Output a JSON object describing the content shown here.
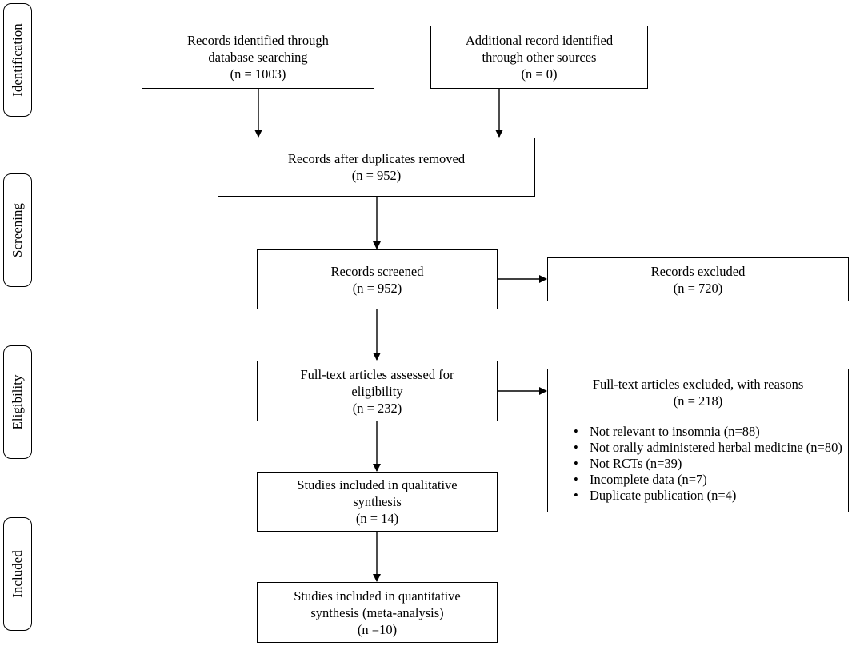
{
  "phases": {
    "identification": "Identification",
    "screening": "Screening",
    "eligibility": "Eligibility",
    "included": "Included"
  },
  "boxes": {
    "database": {
      "lines": [
        "Records identified through",
        "database searching",
        "(n = 1003)"
      ]
    },
    "other_sources": {
      "lines": [
        "Additional record identified",
        "through other sources",
        "(n = 0)"
      ]
    },
    "duplicates_removed": {
      "lines": [
        "Records after duplicates removed",
        "(n = 952)"
      ]
    },
    "screened": {
      "lines": [
        "Records screened",
        "(n = 952)"
      ]
    },
    "excluded": {
      "lines": [
        "Records excluded",
        "(n = 720)"
      ]
    },
    "fulltext_assessed": {
      "lines": [
        "Full-text articles assessed for",
        "eligibility",
        "(n = 232)"
      ]
    },
    "fulltext_excluded": {
      "lines": [
        "Full-text articles excluded, with reasons",
        "(n = 218)"
      ],
      "reasons": [
        "Not relevant to insomnia (n=88)",
        "Not orally administered herbal medicine (n=80)",
        "Not RCTs (n=39)",
        "Incomplete data (n=7)",
        "Duplicate publication (n=4)"
      ]
    },
    "qualitative": {
      "lines": [
        "Studies included in qualitative",
        "synthesis",
        "(n = 14)"
      ]
    },
    "quantitative": {
      "lines": [
        "Studies included in quantitative",
        "synthesis (meta-analysis)",
        "(n =10)"
      ]
    }
  }
}
